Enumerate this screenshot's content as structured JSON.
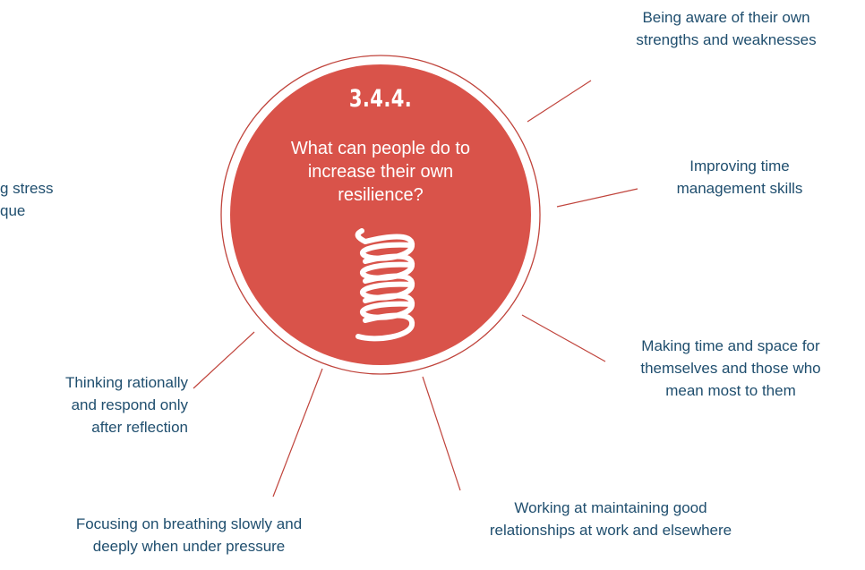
{
  "diagram": {
    "center": {
      "number": "3.4.4.",
      "question": "What can people do to\nincrease their own\nresilience?",
      "icon": "spring-coil-icon",
      "fill_color": "#d9534a",
      "ring_color": "#c0443c"
    },
    "label_color": "#1f4e6e",
    "items": [
      {
        "id": "strengths",
        "text": "Being aware of their own\nstrengths and weaknesses"
      },
      {
        "id": "time-management",
        "text": "Improving time\nmanagement skills"
      },
      {
        "id": "making-time",
        "text": "Making time and space for\nthemselves and those who\nmean most to them"
      },
      {
        "id": "relationships",
        "text": "Working at maintaining good\nrelationships at work and elsewhere"
      },
      {
        "id": "breathing",
        "text": "Focusing on breathing slowly and\ndeeply when under pressure"
      },
      {
        "id": "thinking",
        "text": "Thinking rationally\nand respond only\nafter reflection"
      },
      {
        "id": "stress-technique",
        "text": "g stress\nque"
      }
    ]
  }
}
